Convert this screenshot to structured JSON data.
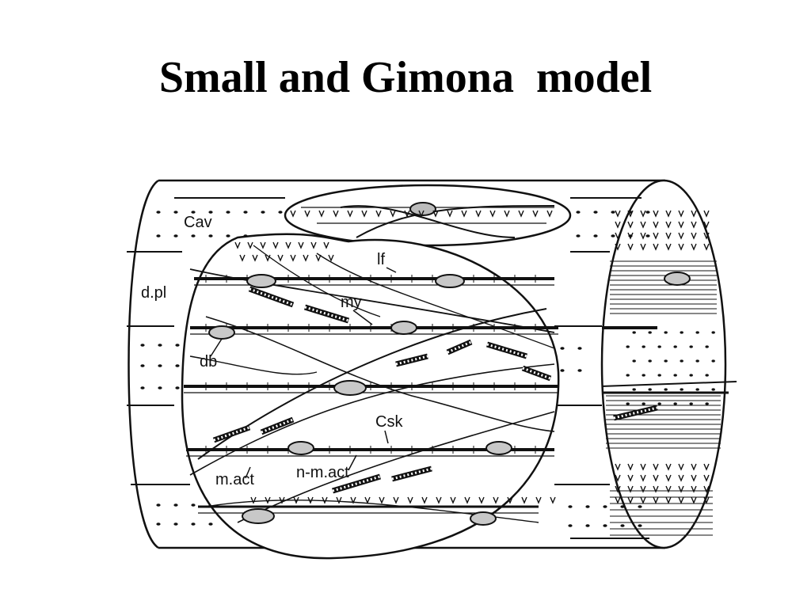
{
  "slide": {
    "title": "Small and Gimona  model"
  },
  "diagram": {
    "labels": {
      "cav": "Cav",
      "d_pl": "d.pl",
      "lf": "lf",
      "my": "my",
      "db": "db",
      "csk": "Csk",
      "m_act": "m.act",
      "n_m_act": "n-m.act"
    },
    "colors": {
      "ink": "#111111",
      "paper": "#ffffff"
    }
  }
}
